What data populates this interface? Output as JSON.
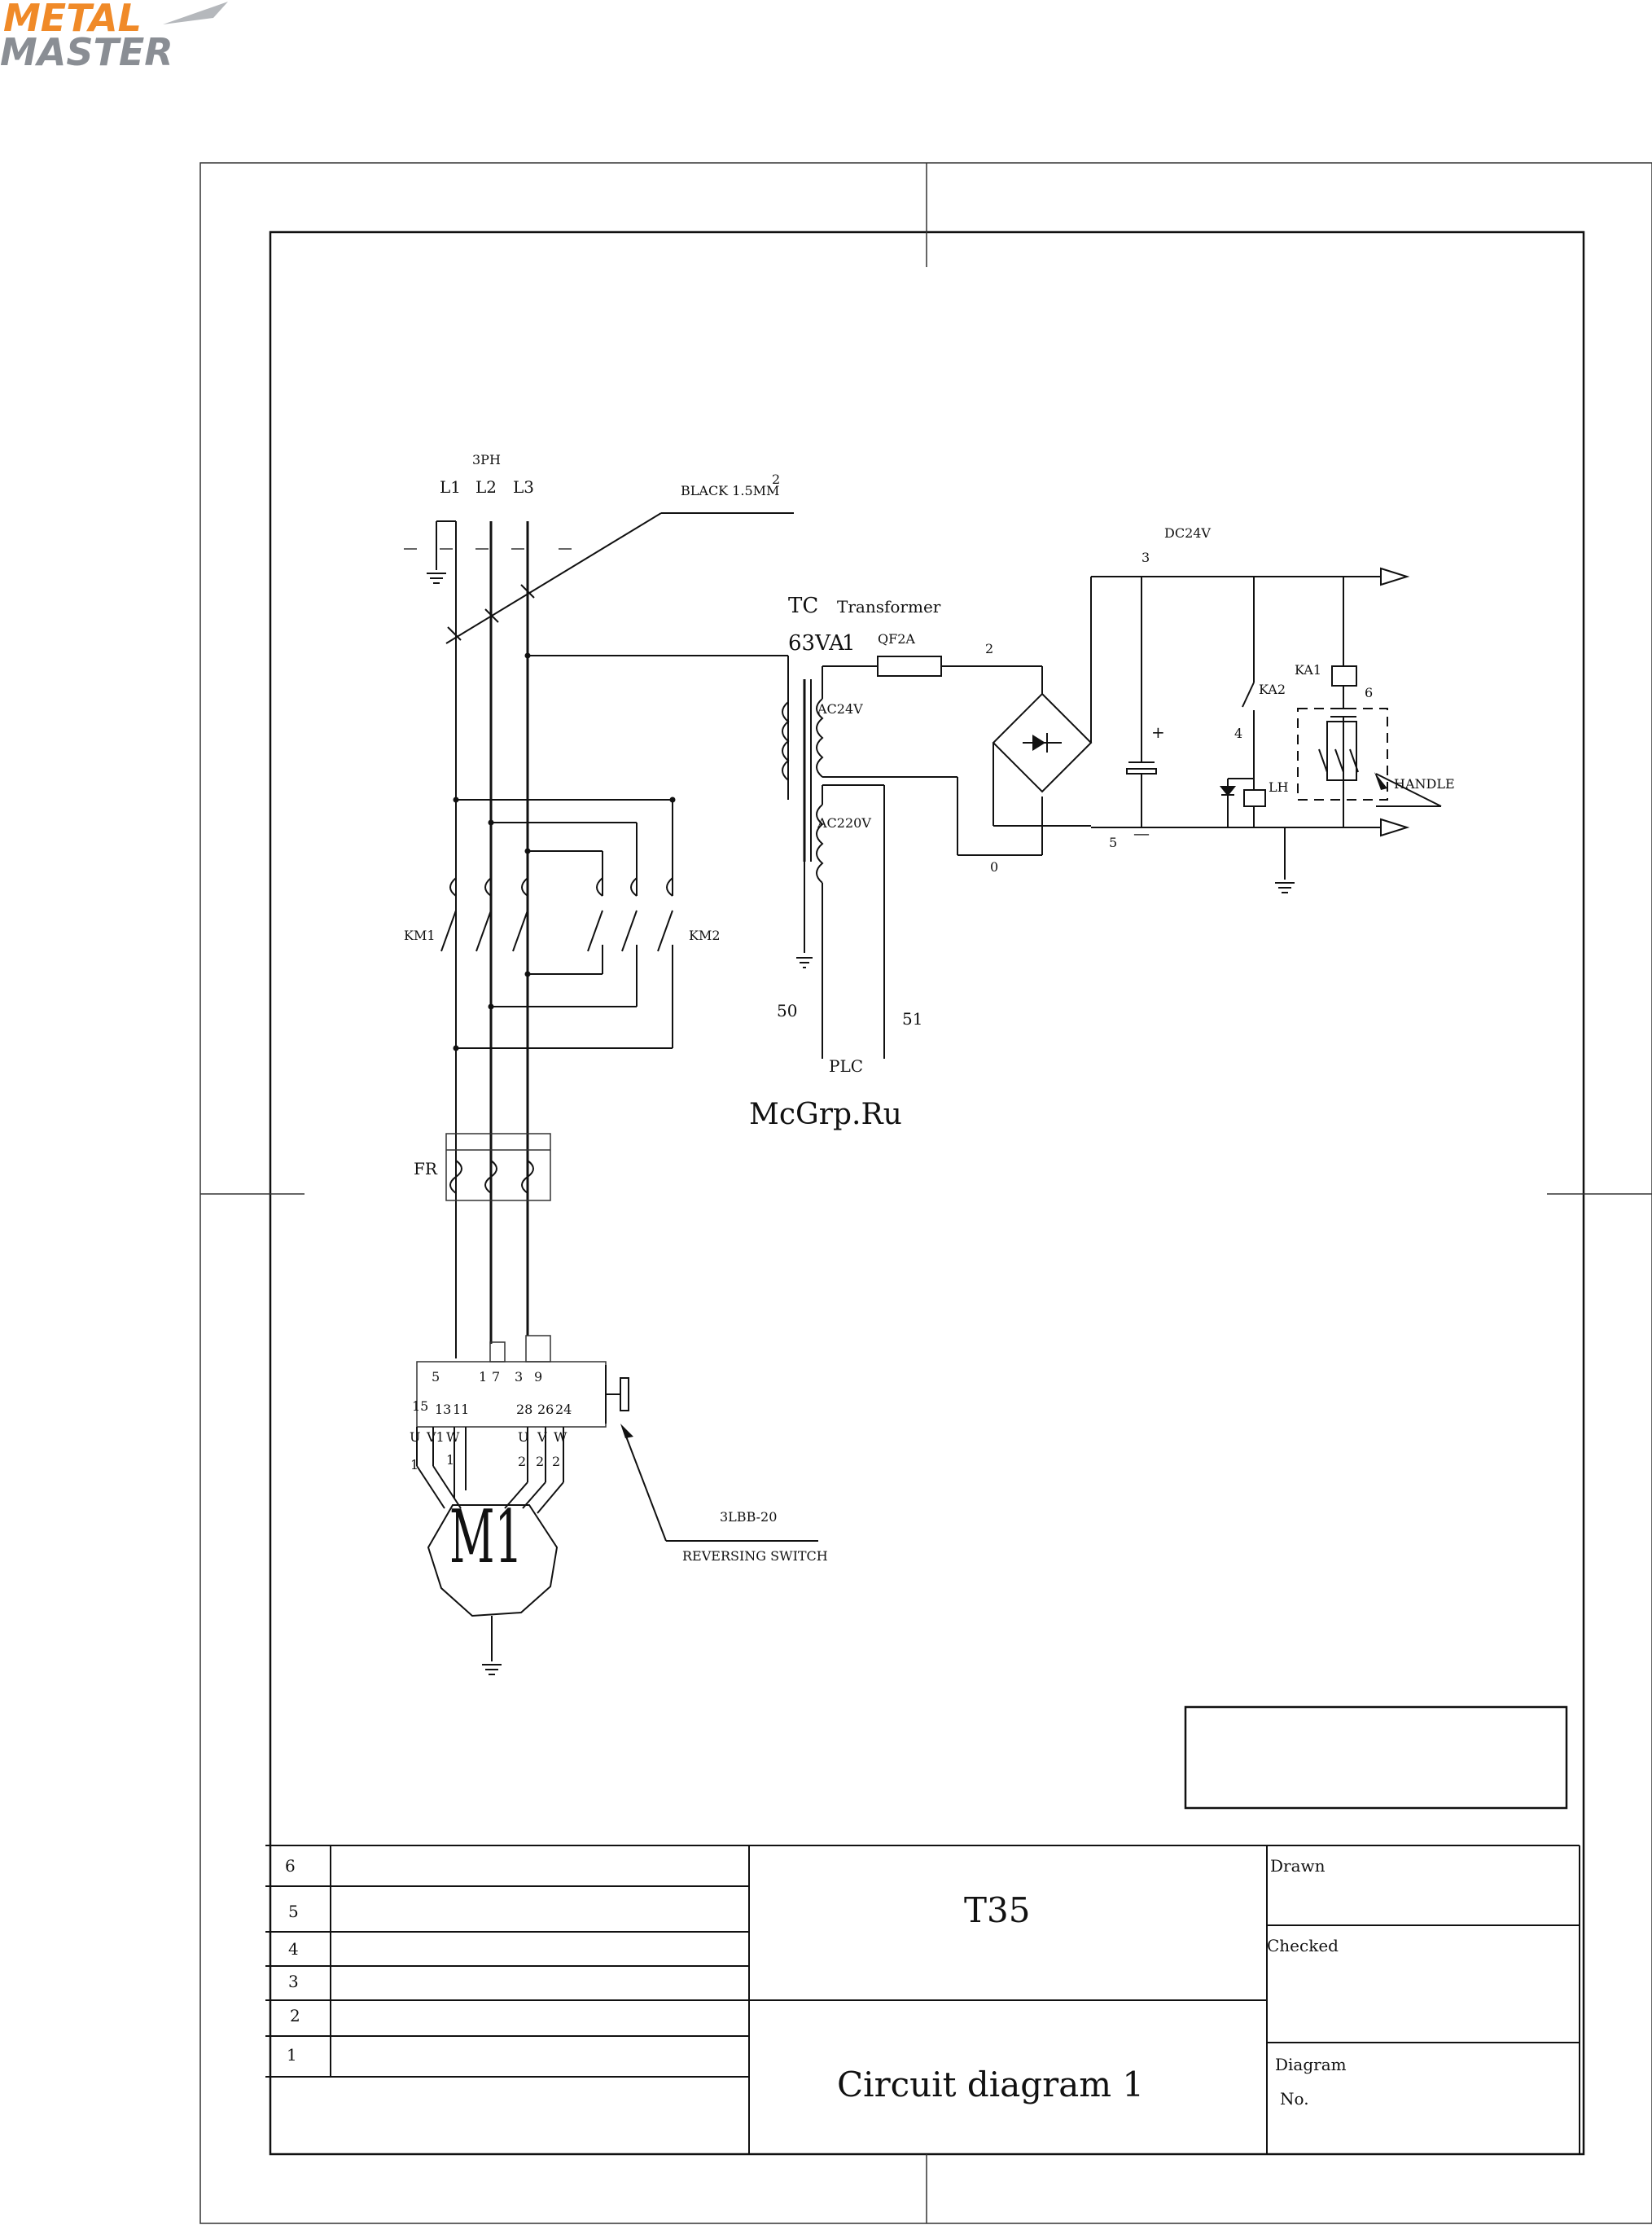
{
  "logo": {
    "line1": "METAL",
    "line2": "MASTER",
    "color_top": "#f08a28",
    "color_bottom": "#8a8e94"
  },
  "watermark": {
    "text": "McGrp.Ru",
    "color": "#d0191e"
  },
  "diagram": {
    "supply": {
      "label": "3PH",
      "phases": [
        "L1",
        "L2",
        "L3"
      ]
    },
    "ground_wire": {
      "label": "BLACK 1.5MM",
      "number": "2"
    },
    "transformer": {
      "tag": "TC",
      "rating": "63VA",
      "name": "Transformer",
      "primary_number": "1",
      "secondary_ac": "AC24V",
      "secondary_plc": "AC220V"
    },
    "fuse": {
      "label": "QF2A",
      "wire": "2"
    },
    "rectifier": {
      "zero_wire": "0"
    },
    "dc": {
      "label": "DC24V",
      "wire_top": "3",
      "wire_bottom": "5",
      "plus": "+",
      "minus": "—"
    },
    "relay": {
      "ka2": "KA2",
      "ka1": "KA1",
      "wire4": "4",
      "wire6": "6",
      "lh": "LH",
      "handle": "HANDLE"
    },
    "plc": {
      "label": "PLC",
      "wire_a": "50",
      "wire_b": "51"
    },
    "contactors": {
      "km1": "KM1",
      "km2": "KM2"
    },
    "overload": {
      "label": "FR"
    },
    "switch": {
      "top_terminals": [
        "5",
        "1",
        "7",
        "3",
        "9"
      ],
      "bottom_terminals": [
        "15",
        "13",
        "11",
        "28",
        "26",
        "24"
      ],
      "motor_left": [
        "U",
        "V1",
        "W",
        "1",
        "1"
      ],
      "motor_right": [
        "U",
        "V",
        "W",
        "2",
        "2",
        "2"
      ],
      "model": "3LBB-20",
      "name": "REVERSING SWITCH"
    },
    "motor": {
      "label": "M1"
    }
  },
  "title_block": {
    "revisions": [
      "6",
      "5",
      "4",
      "3",
      "2",
      "1"
    ],
    "model": "T35",
    "title": "Circuit  diagram 1",
    "drawn_label": "Drawn",
    "checked_label": "Checked",
    "diagram_label": "Diagram",
    "no_label": "No."
  }
}
